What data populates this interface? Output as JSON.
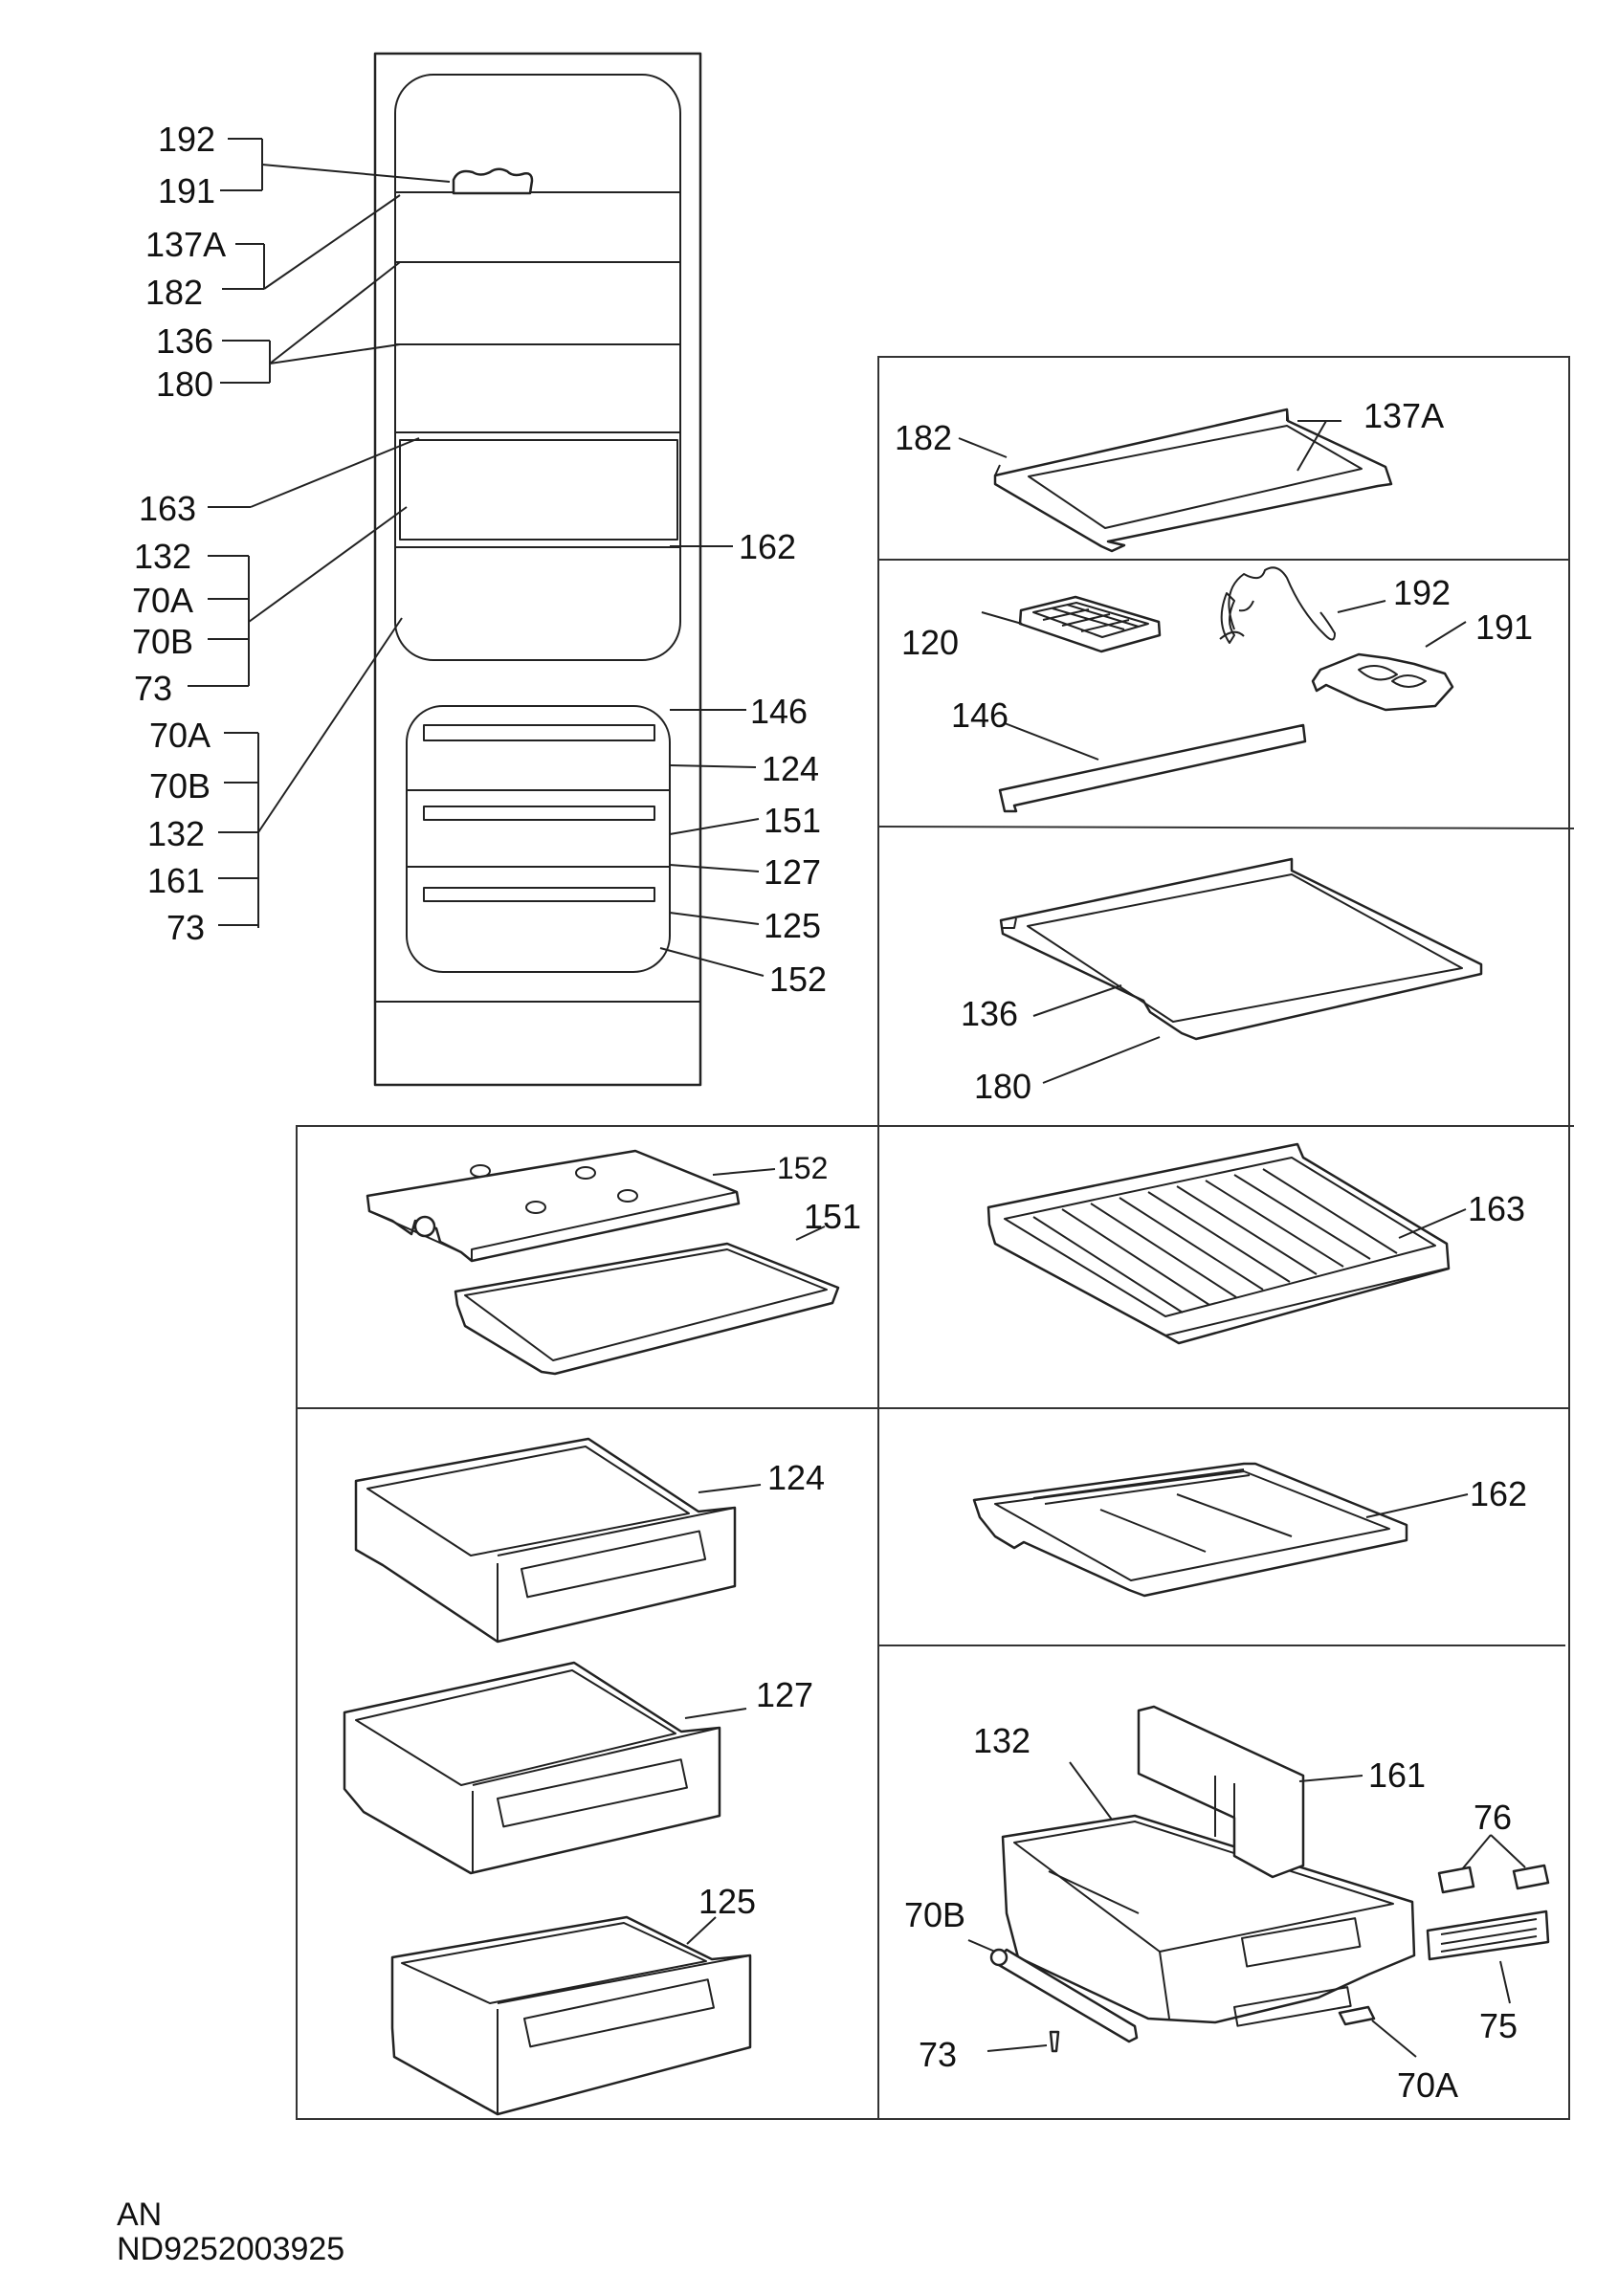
{
  "footer": {
    "line1": "AN",
    "line2": "ND9252003925"
  },
  "callouts": {
    "overview": {
      "l192": "192",
      "l191": "191",
      "l137A": "137A",
      "l182": "182",
      "l136": "136",
      "l180": "180",
      "l163": "163",
      "l132a": "132",
      "l70Aa": "70A",
      "l70Ba": "70B",
      "l73a": "73",
      "l70Ab": "70A",
      "l70Bb": "70B",
      "l132b": "132",
      "l161": "161",
      "l73b": "73",
      "l162": "162",
      "l146": "146",
      "l124": "124",
      "l151": "151",
      "l127": "127",
      "l125": "125",
      "l152": "152"
    },
    "panel_shelf_137A": {
      "l182": "182",
      "l137A": "137A"
    },
    "panel_accessories": {
      "l120": "120",
      "l192": "192",
      "l191": "191",
      "l146": "146"
    },
    "panel_shelf_136": {
      "l136": "136",
      "l180": "180"
    },
    "panel_tray": {
      "l152": "152",
      "l151": "151"
    },
    "panel_shelf_163": {
      "l163": "163"
    },
    "panel_drawers": {
      "l124": "124",
      "l127": "127",
      "l125": "125"
    },
    "panel_shelf_162": {
      "l162": "162"
    },
    "panel_crisper": {
      "l132": "132",
      "l161": "161",
      "l76": "76",
      "l70B": "70B",
      "l73": "73",
      "l75": "75",
      "l70A": "70A"
    }
  }
}
